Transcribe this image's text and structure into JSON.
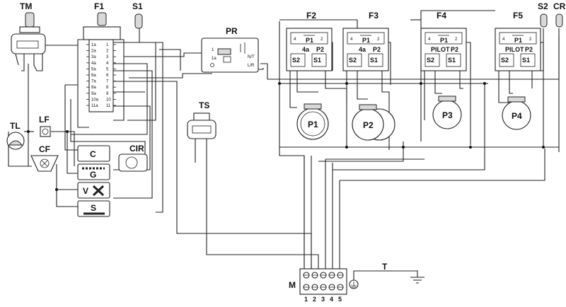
{
  "title_labels": {
    "tm": "TM",
    "f1": "F1",
    "s1": "S1",
    "pr": "PR",
    "ts": "TS",
    "tl": "TL",
    "lf": "LF",
    "cf": "CF",
    "cir": "CIR",
    "f2": "F2",
    "f3": "F3",
    "f4": "F4",
    "f5": "F5",
    "s2": "S2",
    "cr": "CR",
    "m": "M",
    "t": "T"
  },
  "f1_left_pins": [
    "1a",
    "2a",
    "3a",
    "4a",
    "5a",
    "6a",
    "7a",
    "8a",
    "9a",
    "10a",
    "11a"
  ],
  "f1_right_pins": [
    "1",
    "2",
    "3",
    "4",
    "5",
    "6",
    "7",
    "8",
    "9",
    "10",
    "11"
  ],
  "pr_pins": {
    "p1": "1",
    "p1a": "1a",
    "nt": "N/T",
    "lr": "L/R"
  },
  "panel_symbols": {
    "c": "C",
    "g": "G",
    "v": "V",
    "s": "S"
  },
  "valves": [
    {
      "top": "P1",
      "mid": "4a",
      "p2": "P2",
      "s2": "S2",
      "s1": "S1",
      "n4": "4",
      "n2": "2"
    },
    {
      "top": "P1",
      "mid": "4a",
      "p2": "P2",
      "s2": "S2",
      "s1": "S1",
      "n4": "4",
      "n2": "2"
    },
    {
      "top": "P1",
      "mid": "PILOT",
      "p2": "P2",
      "s2": "S2",
      "s1": "S1",
      "n4": "4",
      "n2": "2"
    },
    {
      "top": "P1",
      "mid": "PILOT",
      "p2": "P2",
      "s2": "S2",
      "s1": "S1",
      "n4": "4",
      "n2": "2"
    }
  ],
  "burners": [
    "P1",
    "P2",
    "P3",
    "P4"
  ],
  "terminal_numbers": [
    "1",
    "2",
    "3",
    "4",
    "5"
  ]
}
